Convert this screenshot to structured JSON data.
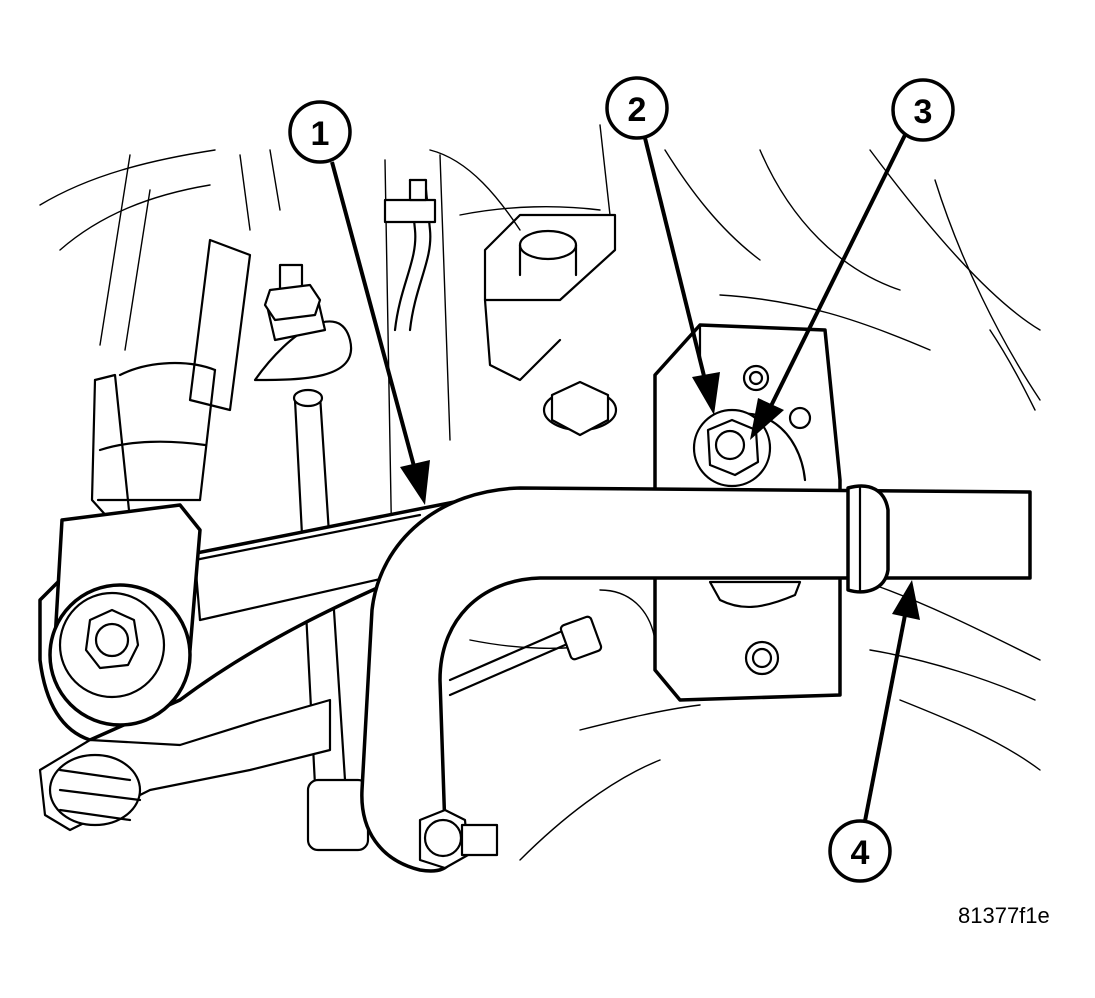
{
  "callouts": [
    {
      "number": "1"
    },
    {
      "number": "2"
    },
    {
      "number": "3"
    },
    {
      "number": "4"
    }
  ],
  "figure_id": "81377f1e"
}
